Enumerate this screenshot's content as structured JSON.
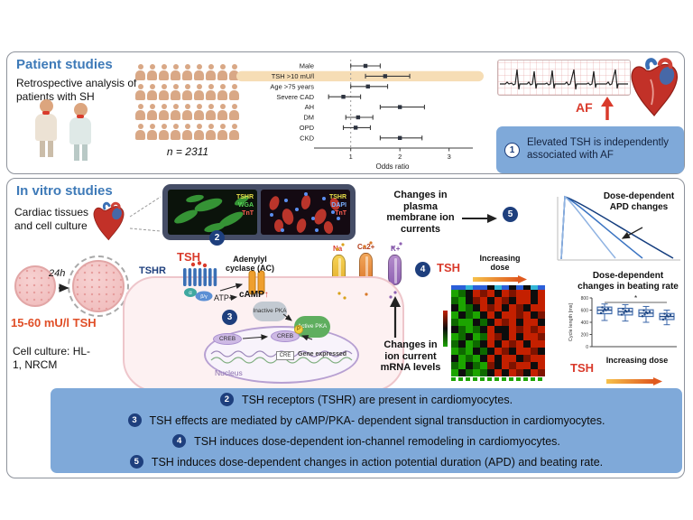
{
  "colors": {
    "accent_blue": "#3e7ab8",
    "box_blue": "#7fa9d9",
    "navy": "#1e3f7d",
    "tsh_red": "#d93a2b",
    "dose_orange": "#e05a1f",
    "highlight_band": "#f6ddb5"
  },
  "patient": {
    "title": "Patient studies",
    "subtitle": "Retrospective analysis of patients with SH",
    "n_label": "n = 2311",
    "af_label": "AF",
    "conclusion_num": "1",
    "conclusion": "Elevated TSH is independently associated with AF"
  },
  "invitro": {
    "title": "In vitro studies",
    "subtitle": "Cardiac tissues and cell culture",
    "micro_left": {
      "l1": "TSHR",
      "l2": "WGA",
      "l3": "TnT"
    },
    "micro_right": {
      "l1": "TSHR",
      "l2": "DAPI",
      "l3": "TnT"
    },
    "incubation": "24h",
    "dose_label": "15-60 mU/l TSH",
    "cell_culture": "Cell culture: HL-1, NRCM",
    "num2": "2",
    "num3": "3",
    "num4": "4",
    "num5": "5",
    "signaling": {
      "tsh": "TSH",
      "tshr": "TSHR",
      "alpha": "α",
      "betagamma": "β/γ",
      "ac": "Adenylyl cyclase (AC)",
      "atp": "ATP",
      "camp": "cAMP",
      "camp_up": "↑",
      "inactive_pka": "Inactive PKA",
      "active_pka": "Active PKA",
      "creb": "CREB",
      "creb2": "CREB",
      "p": "P",
      "cre": "CRE",
      "nucleus": "Nucleus",
      "gene": "Gene expressed"
    },
    "channels": {
      "na": "Na",
      "ca": "Ca2+",
      "k": "K+"
    },
    "plasma_text": "Changes in plasma membrane ion currents",
    "mrna_text": "Changes in ion current mRNA levels",
    "dose4": {
      "tsh": "TSH",
      "label": "Increasing dose"
    }
  },
  "results": {
    "apd_title": "Dose-dependent APD changes",
    "beating_title": "Dose-dependent changes in beating rate",
    "sig": "*",
    "tsh": "TSH",
    "increasing": "Increasing dose"
  },
  "summary": {
    "items": [
      {
        "num": "2",
        "text": "TSH receptors (TSHR) are present in cardiomyocytes."
      },
      {
        "num": "3",
        "text": "TSH effects are mediated by cAMP/PKA- dependent signal transduction in cardiomyocytes."
      },
      {
        "num": "4",
        "text": "TSH induces dose-dependent ion-channel remodeling in cardiomyocytes."
      },
      {
        "num": "5",
        "text": "TSH induces dose-dependent changes in action potential duration (APD) and beating rate."
      }
    ]
  },
  "chart_data": [
    {
      "type": "scatter",
      "name": "forest-plot",
      "xlabel": "Odds ratio",
      "xlim": [
        0.4,
        3.3
      ],
      "xticks": [
        1,
        2,
        3
      ],
      "categories": [
        "Male",
        "TSH >10 mU/l",
        "Age >75 years",
        "Severe CAD",
        "AH",
        "DM",
        "OPD",
        "CKD"
      ],
      "highlight_category": "TSH >10 mU/l",
      "points": [
        {
          "or": 1.3,
          "lo": 1.0,
          "hi": 1.6
        },
        {
          "or": 1.7,
          "lo": 1.3,
          "hi": 2.2
        },
        {
          "or": 1.35,
          "lo": 1.0,
          "hi": 1.75
        },
        {
          "or": 0.85,
          "lo": 0.55,
          "hi": 1.2
        },
        {
          "or": 2.0,
          "lo": 1.6,
          "hi": 2.5
        },
        {
          "or": 1.15,
          "lo": 0.9,
          "hi": 1.45
        },
        {
          "or": 1.1,
          "lo": 0.85,
          "hi": 1.4
        },
        {
          "or": 2.0,
          "lo": 1.6,
          "hi": 2.45
        }
      ]
    },
    {
      "type": "line",
      "name": "apd-curves",
      "title": "Dose-dependent APD changes",
      "series": [
        {
          "name": "trace1",
          "apd_ms": 300,
          "color": "#143d7e"
        },
        {
          "name": "trace2",
          "apd_ms": 215,
          "color": "#3b74c2"
        },
        {
          "name": "trace3",
          "apd_ms": 140,
          "color": "#8fb3e2"
        }
      ]
    },
    {
      "type": "box",
      "name": "beating-rate",
      "ylabel": "Cycle length [ms]",
      "ylim": [
        0,
        800
      ],
      "yticks": [
        0,
        200,
        400,
        600,
        800
      ],
      "annotation": "*",
      "groups": [
        {
          "lo": 430,
          "q1": 540,
          "med": 600,
          "q3": 650,
          "hi": 700
        },
        {
          "lo": 420,
          "q1": 520,
          "med": 575,
          "q3": 630,
          "hi": 690
        },
        {
          "lo": 400,
          "q1": 495,
          "med": 550,
          "q3": 605,
          "hi": 660
        },
        {
          "lo": 360,
          "q1": 445,
          "med": 495,
          "q3": 545,
          "hi": 600
        }
      ]
    },
    {
      "type": "heatmap",
      "name": "mrna-heatmap",
      "palette": {
        "R": "#c42000",
        "r": "#7e1300",
        "G": "#1ca400",
        "g": "#0e6900",
        "K": "#0d0d0d",
        "B": "#2b5fd9",
        "C": "#33b5d6"
      },
      "annotation": "BBCBBKCBKBKCB",
      "rows": [
        "GgKRrRKRrRRKR",
        "gGKrRKRrKRRKR",
        "KGgKRrRKRrKRR",
        "GKgGKRKRRrRKr",
        "gGGKgKRrRKRRK",
        "KgGgKRKKRrRrR",
        "GgKGgRrKRKRRr",
        "gKGgKRKRrRKRR",
        "GgGKgKRrKRRrK",
        "KGgGKRKRRKrRR",
        "gGKgGrKRrRRKR",
        "GKgGgKRKRrKRr"
      ]
    }
  ]
}
